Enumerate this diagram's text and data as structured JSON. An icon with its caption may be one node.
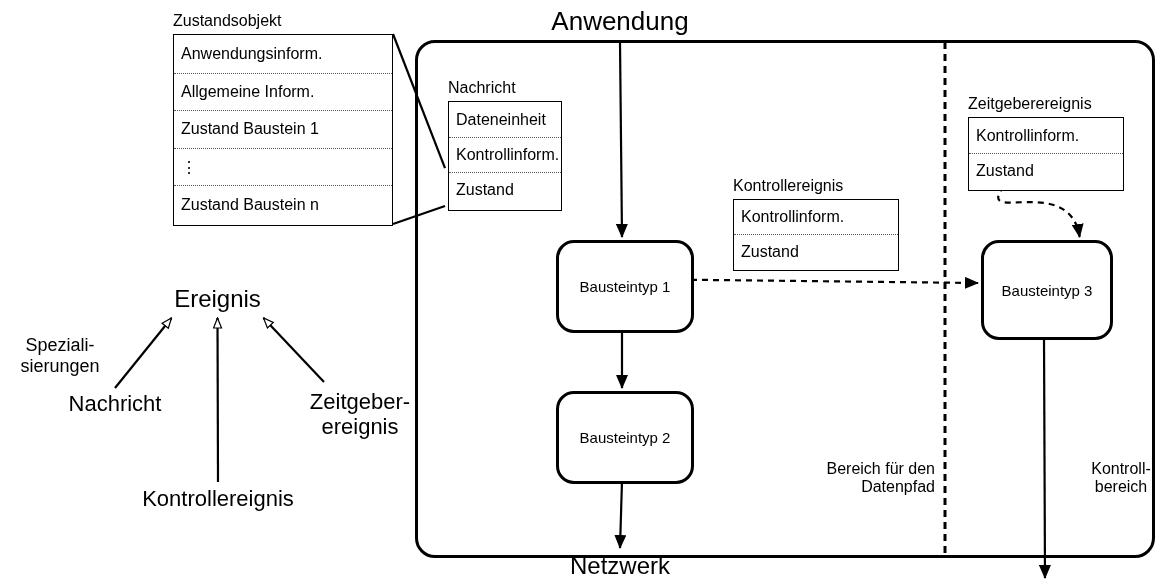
{
  "diagram": {
    "nodes": [
      {
        "text": [
          "Zustandsobjekt",
          "Anwendungsinform.",
          "Allgemeine Inform.",
          "Zustand Baustein 1",
          "⋮",
          "Zustand Baustein n"
        ]
      },
      {
        "text": [
          "Anwendung"
        ]
      },
      {
        "text": [],
        "shape": "box"
      },
      {
        "text": [
          "Nachricht",
          "Dateneinheit",
          "Kontrollinform.",
          "Zustand"
        ],
        "in": 2
      },
      {
        "text": [
          "Kontrollereignis",
          "Kontrollinform.",
          "Zustand"
        ],
        "in": 2
      },
      {
        "text": [
          "Zeitgeberereignis",
          "Kontrollinform.",
          "Zustand"
        ],
        "in": 2
      },
      {
        "text": [
          "Bausteintyp 1"
        ],
        "in": 2
      },
      {
        "text": [
          "Bausteintyp 2"
        ],
        "in": 2
      },
      {
        "text": [
          "Bausteintyp 3"
        ],
        "in": 2
      },
      {
        "text": [
          "Netzwerk"
        ]
      },
      {
        "text": [
          "Ereignis"
        ]
      },
      {
        "text": [
          "Nachricht"
        ]
      },
      {
        "text": [
          "Kontrollereignis"
        ]
      },
      {
        "text": [
          "Zeitgeber- ereignis"
        ]
      }
    ],
    "edges": [
      {
        "from": 0,
        "to": 3,
        "arrow": "none"
      },
      {
        "from": 0,
        "to": 3,
        "arrow": "none"
      },
      {
        "from": 1,
        "to": 6,
        "arrow": "to"
      },
      {
        "from": 6,
        "to": 7,
        "arrow": "to"
      },
      {
        "from": 7,
        "to": 9,
        "arrow": "to"
      },
      {
        "from": 6,
        "to": 8,
        "arrow": "to",
        "style": "dashed"
      },
      {
        "from": 5,
        "to": 8,
        "arrow": "to",
        "style": "dashed"
      },
      {
        "from": 8,
        "to": null,
        "arrow": "to"
      },
      {
        "from": 11,
        "to": 10,
        "arrow": "to"
      },
      {
        "from": 12,
        "to": 10,
        "arrow": "to"
      },
      {
        "from": 13,
        "to": 10,
        "arrow": "to"
      }
    ],
    "labels": [
      "Speziali- sierungen",
      "Bereich für den Datenpfad",
      "Kontroll- bereich"
    ]
  }
}
